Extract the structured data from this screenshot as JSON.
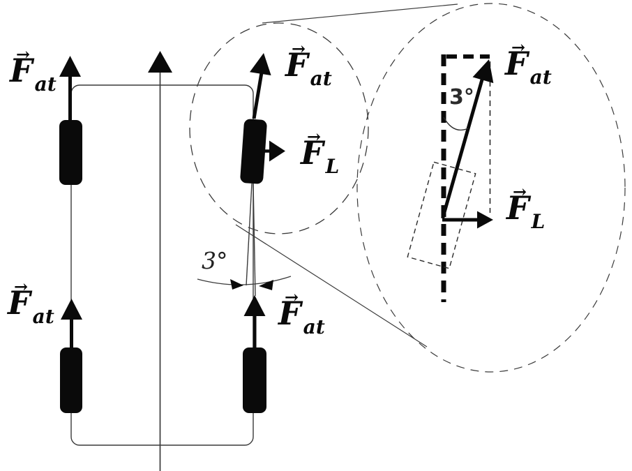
{
  "diagram": {
    "labels": {
      "vector_arrow": "→",
      "friction_force": {
        "symbol": "F",
        "subscript": "at"
      },
      "lateral_force": {
        "symbol": "F",
        "subscript": "L"
      },
      "steering_angle": "3°"
    },
    "colors": {
      "ink": "#0a0a0a",
      "thin_line": "#3a3a3a",
      "background": "#ffffff"
    }
  }
}
